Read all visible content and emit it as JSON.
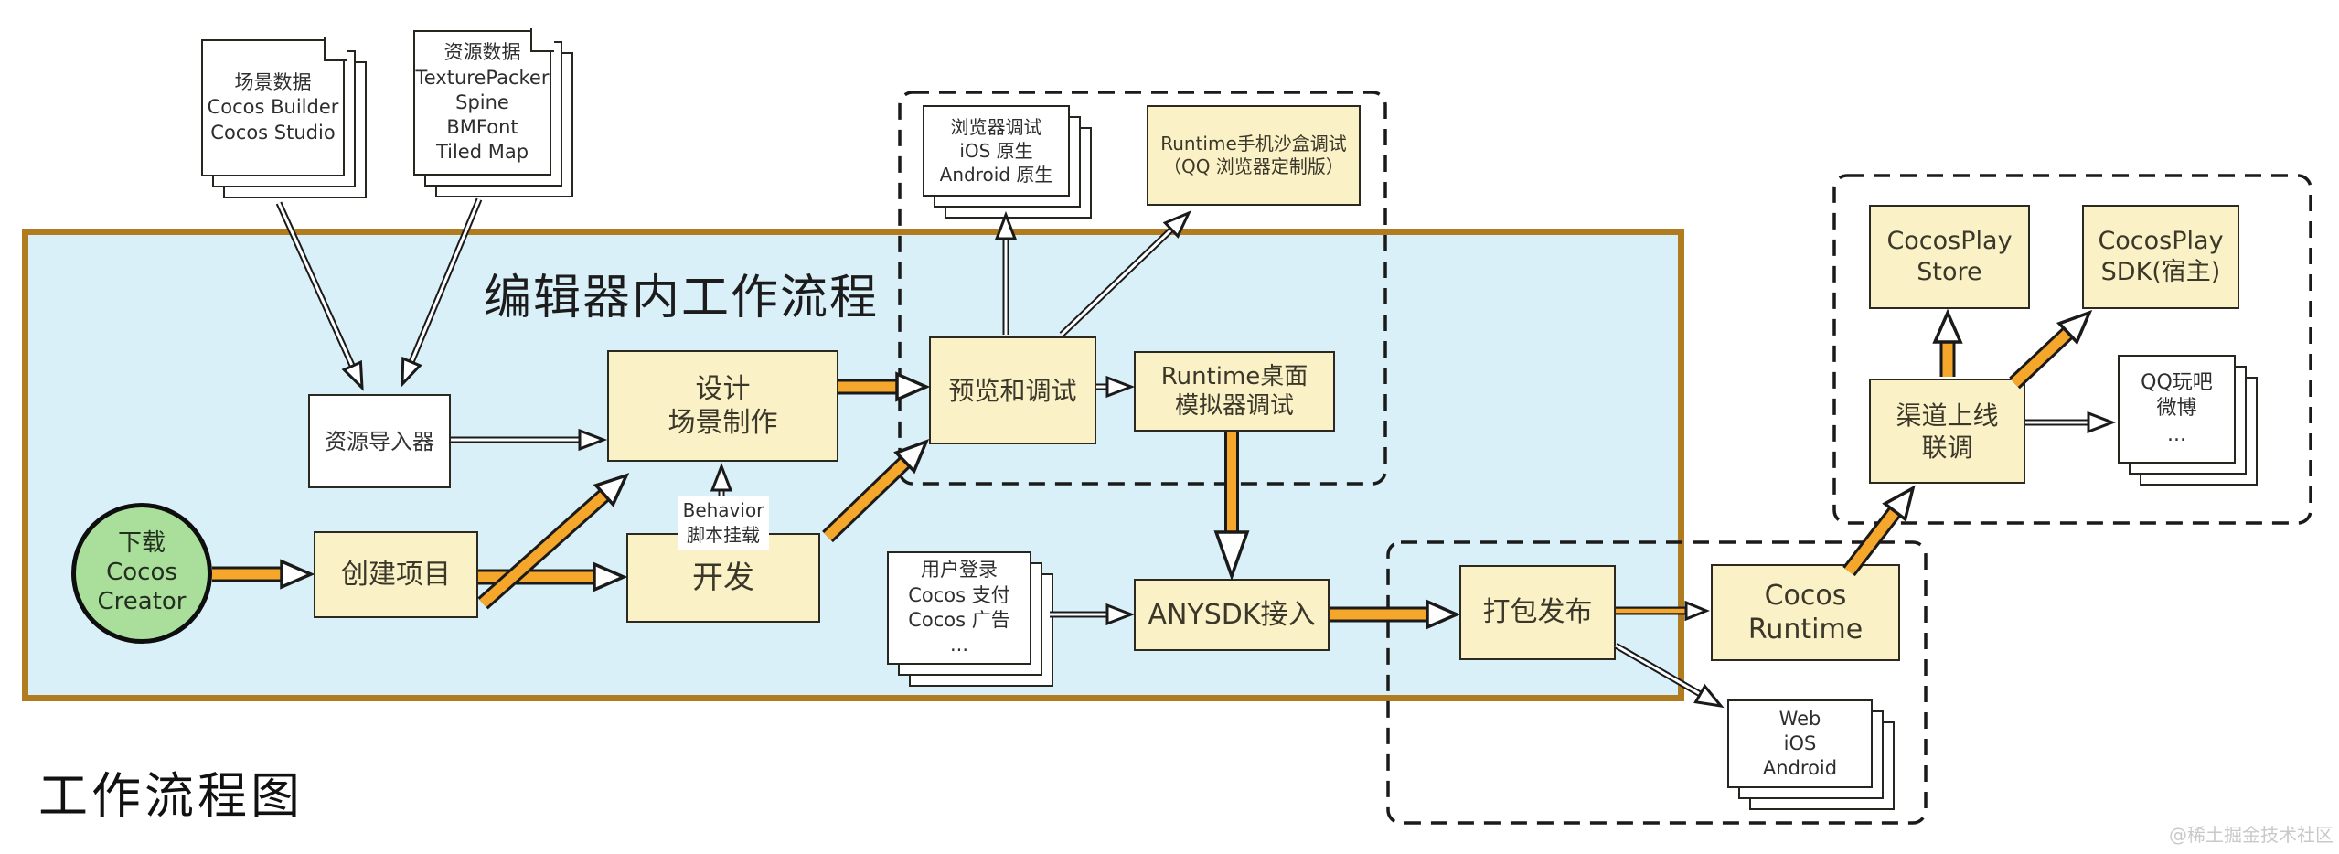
{
  "page": {
    "inner_title": "编辑器内工作流程",
    "main_title": "工作流程图",
    "watermark": "@稀土掘金技术社区"
  },
  "colors": {
    "editor_region_fill": "#daf0f9",
    "editor_region_border": "#b07c1f",
    "process_box_fill": "#fbf1c7",
    "start_circle_fill": "#a9df9b",
    "arrow_orange": "#f5a72c",
    "outline_black": "#1a1a1a",
    "watermark_gray": "#c9c9c9"
  },
  "nodes": {
    "scene_data": {
      "label": "场景数据\nCocos Builder\nCocos Studio"
    },
    "resource_data": {
      "label": "资源数据\nTexturePacker\nSpine\nBMFont\nTiled Map"
    },
    "asset_importer": {
      "label": "资源导入器"
    },
    "design": {
      "label": "设计\n场景制作"
    },
    "create_project": {
      "label": "创建项目"
    },
    "develop": {
      "label": "开发"
    },
    "behavior": {
      "label": "Behavior\n脚本挂载"
    },
    "download": {
      "label": "下载\nCocos\nCreator"
    },
    "preview_debug": {
      "label": "预览和调试"
    },
    "browser_debug": {
      "label": "浏览器调试\niOS 原生\nAndroid 原生"
    },
    "runtime_sandbox": {
      "label": "Runtime手机沙盒调试\n（QQ 浏览器定制版）"
    },
    "runtime_desktop": {
      "label": "Runtime桌面\n模拟器调试"
    },
    "user_services": {
      "label": "用户登录\nCocos 支付\nCocos 广告\n..."
    },
    "anysdk": {
      "label": "ANYSDK接入"
    },
    "package_publish": {
      "label": "打包发布"
    },
    "cocos_runtime": {
      "label": "Cocos\nRuntime"
    },
    "web_targets": {
      "label": "Web\niOS\nAndroid"
    },
    "cocosplay_store": {
      "label": "CocosPlay\nStore"
    },
    "cocosplay_sdk": {
      "label": "CocosPlay\nSDK(宿主)"
    },
    "channel_launch": {
      "label": "渠道上线\n联调"
    },
    "qq_channels": {
      "label": "QQ玩吧\n微博\n..."
    }
  }
}
